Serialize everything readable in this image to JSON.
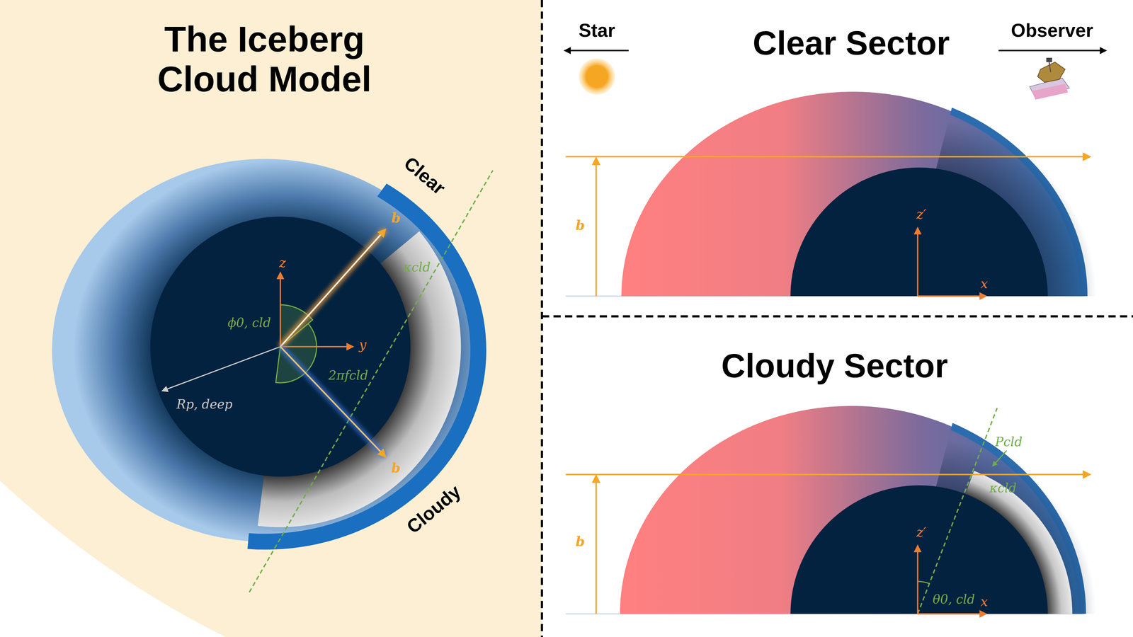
{
  "diagram": {
    "title": "The Iceberg Cloud Model",
    "labels": [
      "Clear",
      "Cloudy",
      "z",
      "y",
      "b",
      "b",
      "κcld",
      "ϕ0, cld",
      "2πfcld",
      "Rp, deep",
      "Star",
      "Observer",
      "Clear Sector",
      "b",
      "z′",
      "x",
      "Cloudy Sector",
      "b",
      "Pcld",
      "κcld",
      "z′",
      "θ0, cld",
      "x"
    ]
  }
}
